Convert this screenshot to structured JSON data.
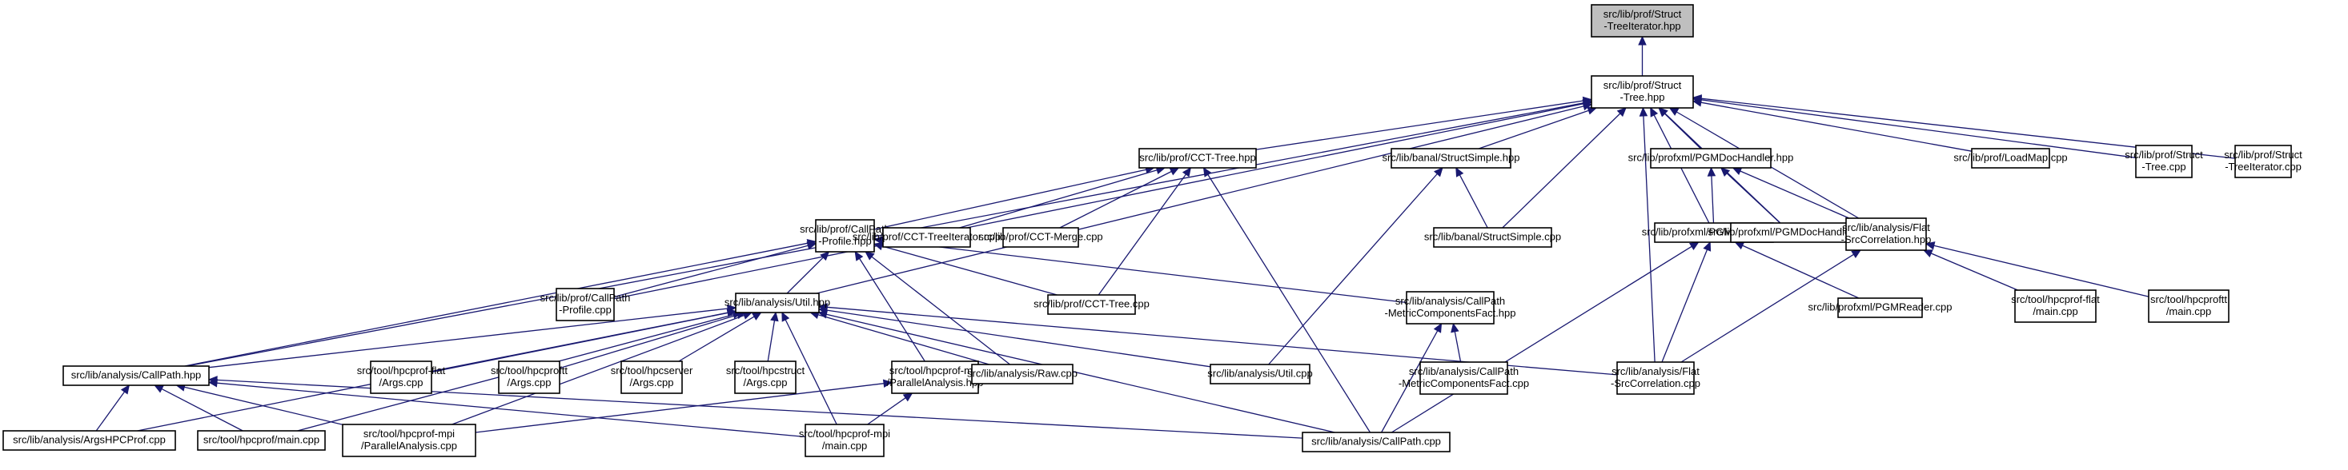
{
  "title": "Included-by dependency graph for src/lib/prof/Struct-TreeIterator.hpp",
  "colors": {
    "edge": "#191970",
    "root_fill": "#bfbfbf",
    "node_fill": "#ffffff",
    "node_border": "#000000"
  },
  "nodes": [
    {
      "id": "n0",
      "lines": [
        "src/lib/prof/Struct",
        "-TreeIterator.hpp"
      ],
      "root": true
    },
    {
      "id": "n1",
      "lines": [
        "src/lib/prof/Struct",
        "-Tree.hpp"
      ]
    },
    {
      "id": "n2",
      "lines": [
        "src/lib/prof/CCT-Tree.hpp"
      ]
    },
    {
      "id": "n3",
      "lines": [
        "src/lib/banal/StructSimple.hpp"
      ]
    },
    {
      "id": "n4",
      "lines": [
        "src/lib/profxml/PGMDocHandler.hpp"
      ]
    },
    {
      "id": "n5",
      "lines": [
        "src/lib/prof/LoadMap.cpp"
      ]
    },
    {
      "id": "n6",
      "lines": [
        "src/lib/prof/Struct",
        "-Tree.cpp"
      ]
    },
    {
      "id": "n7",
      "lines": [
        "src/lib/prof/Struct",
        "-TreeIterator.cpp"
      ]
    },
    {
      "id": "n8",
      "lines": [
        "src/lib/prof/CallPath",
        "-Profile.hpp"
      ]
    },
    {
      "id": "n9",
      "lines": [
        "src/lib/prof/CCT-TreeIterator.cpp"
      ]
    },
    {
      "id": "n10",
      "lines": [
        "src/lib/prof/CCT-Merge.cpp"
      ]
    },
    {
      "id": "n11",
      "lines": [
        "src/lib/banal/StructSimple.cpp"
      ]
    },
    {
      "id": "n12",
      "lines": [
        "src/lib/profxml/PGMReader.hpp"
      ]
    },
    {
      "id": "n13",
      "lines": [
        "src/lib/profxml/PGMDocHandler.cpp"
      ]
    },
    {
      "id": "n14",
      "lines": [
        "src/lib/analysis/Flat",
        "-SrcCorrelation.hpp"
      ]
    },
    {
      "id": "n15",
      "lines": [
        "src/lib/prof/CallPath",
        "-Profile.cpp"
      ]
    },
    {
      "id": "n16",
      "lines": [
        "src/lib/analysis/Util.hpp"
      ]
    },
    {
      "id": "n17",
      "lines": [
        "src/lib/prof/CCT-Tree.cpp"
      ]
    },
    {
      "id": "n18",
      "lines": [
        "src/lib/analysis/CallPath",
        "-MetricComponentsFact.hpp"
      ]
    },
    {
      "id": "n19",
      "lines": [
        "src/lib/profxml/PGMReader.cpp"
      ]
    },
    {
      "id": "n20",
      "lines": [
        "src/tool/hpcprof-flat",
        "/main.cpp"
      ]
    },
    {
      "id": "n21",
      "lines": [
        "src/tool/hpcproftt",
        "/main.cpp"
      ]
    },
    {
      "id": "n22",
      "lines": [
        "src/lib/analysis/CallPath.hpp"
      ]
    },
    {
      "id": "n23",
      "lines": [
        "src/tool/hpcprof-flat",
        "/Args.cpp"
      ]
    },
    {
      "id": "n24",
      "lines": [
        "src/tool/hpcproftt",
        "/Args.cpp"
      ]
    },
    {
      "id": "n25",
      "lines": [
        "src/tool/hpcserver",
        "/Args.cpp"
      ]
    },
    {
      "id": "n26",
      "lines": [
        "src/tool/hpcstruct",
        "/Args.cpp"
      ]
    },
    {
      "id": "n27",
      "lines": [
        "src/tool/hpcprof-mpi",
        "/ParallelAnalysis.hpp"
      ]
    },
    {
      "id": "n28",
      "lines": [
        "src/lib/analysis/Raw.cpp"
      ]
    },
    {
      "id": "n29",
      "lines": [
        "src/lib/analysis/Util.cpp"
      ]
    },
    {
      "id": "n30",
      "lines": [
        "src/lib/analysis/CallPath",
        "-MetricComponentsFact.cpp"
      ]
    },
    {
      "id": "n31",
      "lines": [
        "src/lib/analysis/Flat",
        "-SrcCorrelation.cpp"
      ]
    },
    {
      "id": "n32",
      "lines": [
        "src/lib/analysis/ArgsHPCProf.cpp"
      ]
    },
    {
      "id": "n33",
      "lines": [
        "src/tool/hpcprof/main.cpp"
      ]
    },
    {
      "id": "n34",
      "lines": [
        "src/tool/hpcprof-mpi",
        "/ParallelAnalysis.cpp"
      ]
    },
    {
      "id": "n35",
      "lines": [
        "src/tool/hpcprof-mpi",
        "/main.cpp"
      ]
    },
    {
      "id": "n36",
      "lines": [
        "src/lib/analysis/CallPath.cpp"
      ]
    }
  ],
  "edges": [
    [
      "n1",
      "n0"
    ],
    [
      "n2",
      "n1"
    ],
    [
      "n3",
      "n1"
    ],
    [
      "n4",
      "n1"
    ],
    [
      "n5",
      "n1"
    ],
    [
      "n6",
      "n1"
    ],
    [
      "n7",
      "n1"
    ],
    [
      "n11",
      "n1"
    ],
    [
      "n12",
      "n1"
    ],
    [
      "n13",
      "n1"
    ],
    [
      "n14",
      "n1"
    ],
    [
      "n15",
      "n1"
    ],
    [
      "n16",
      "n1"
    ],
    [
      "n22",
      "n1"
    ],
    [
      "n31",
      "n1"
    ],
    [
      "n8",
      "n2"
    ],
    [
      "n9",
      "n2"
    ],
    [
      "n10",
      "n2"
    ],
    [
      "n17",
      "n2"
    ],
    [
      "n36",
      "n2"
    ],
    [
      "n11",
      "n3"
    ],
    [
      "n29",
      "n3"
    ],
    [
      "n12",
      "n4"
    ],
    [
      "n13",
      "n4"
    ],
    [
      "n14",
      "n4"
    ],
    [
      "n15",
      "n8"
    ],
    [
      "n16",
      "n8"
    ],
    [
      "n18",
      "n8"
    ],
    [
      "n17",
      "n8"
    ],
    [
      "n22",
      "n8"
    ],
    [
      "n27",
      "n8"
    ],
    [
      "n28",
      "n8"
    ],
    [
      "n19",
      "n12"
    ],
    [
      "n31",
      "n12"
    ],
    [
      "n36",
      "n12"
    ],
    [
      "n20",
      "n14"
    ],
    [
      "n21",
      "n14"
    ],
    [
      "n31",
      "n14"
    ],
    [
      "n22",
      "n16"
    ],
    [
      "n23",
      "n16"
    ],
    [
      "n24",
      "n16"
    ],
    [
      "n25",
      "n16"
    ],
    [
      "n26",
      "n16"
    ],
    [
      "n28",
      "n16"
    ],
    [
      "n29",
      "n16"
    ],
    [
      "n31",
      "n16"
    ],
    [
      "n32",
      "n16"
    ],
    [
      "n33",
      "n16"
    ],
    [
      "n34",
      "n16"
    ],
    [
      "n35",
      "n16"
    ],
    [
      "n36",
      "n16"
    ],
    [
      "n30",
      "n18"
    ],
    [
      "n36",
      "n18"
    ],
    [
      "n32",
      "n22"
    ],
    [
      "n33",
      "n22"
    ],
    [
      "n34",
      "n22"
    ],
    [
      "n35",
      "n22"
    ],
    [
      "n36",
      "n22"
    ],
    [
      "n34",
      "n27"
    ],
    [
      "n35",
      "n27"
    ]
  ]
}
